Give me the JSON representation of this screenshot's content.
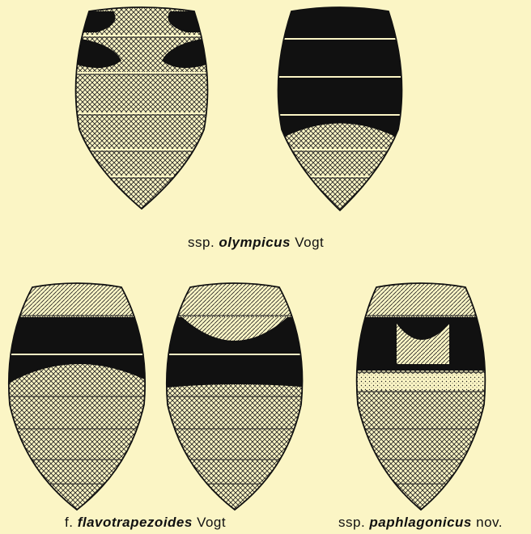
{
  "captions": {
    "olympicus": {
      "prefix": "ssp.",
      "name": "olympicus",
      "author": "Vogt"
    },
    "flavotrapezoides": {
      "prefix": "f.",
      "name": "flavotrapezoides",
      "author": "Vogt"
    },
    "paphlagonicus": {
      "prefix": "ssp.",
      "name": "paphlagonicus",
      "author": "nov."
    }
  },
  "colors": {
    "background": "#fbf5c5",
    "ink": "#111111",
    "pale_band": "#fbf5c5"
  }
}
